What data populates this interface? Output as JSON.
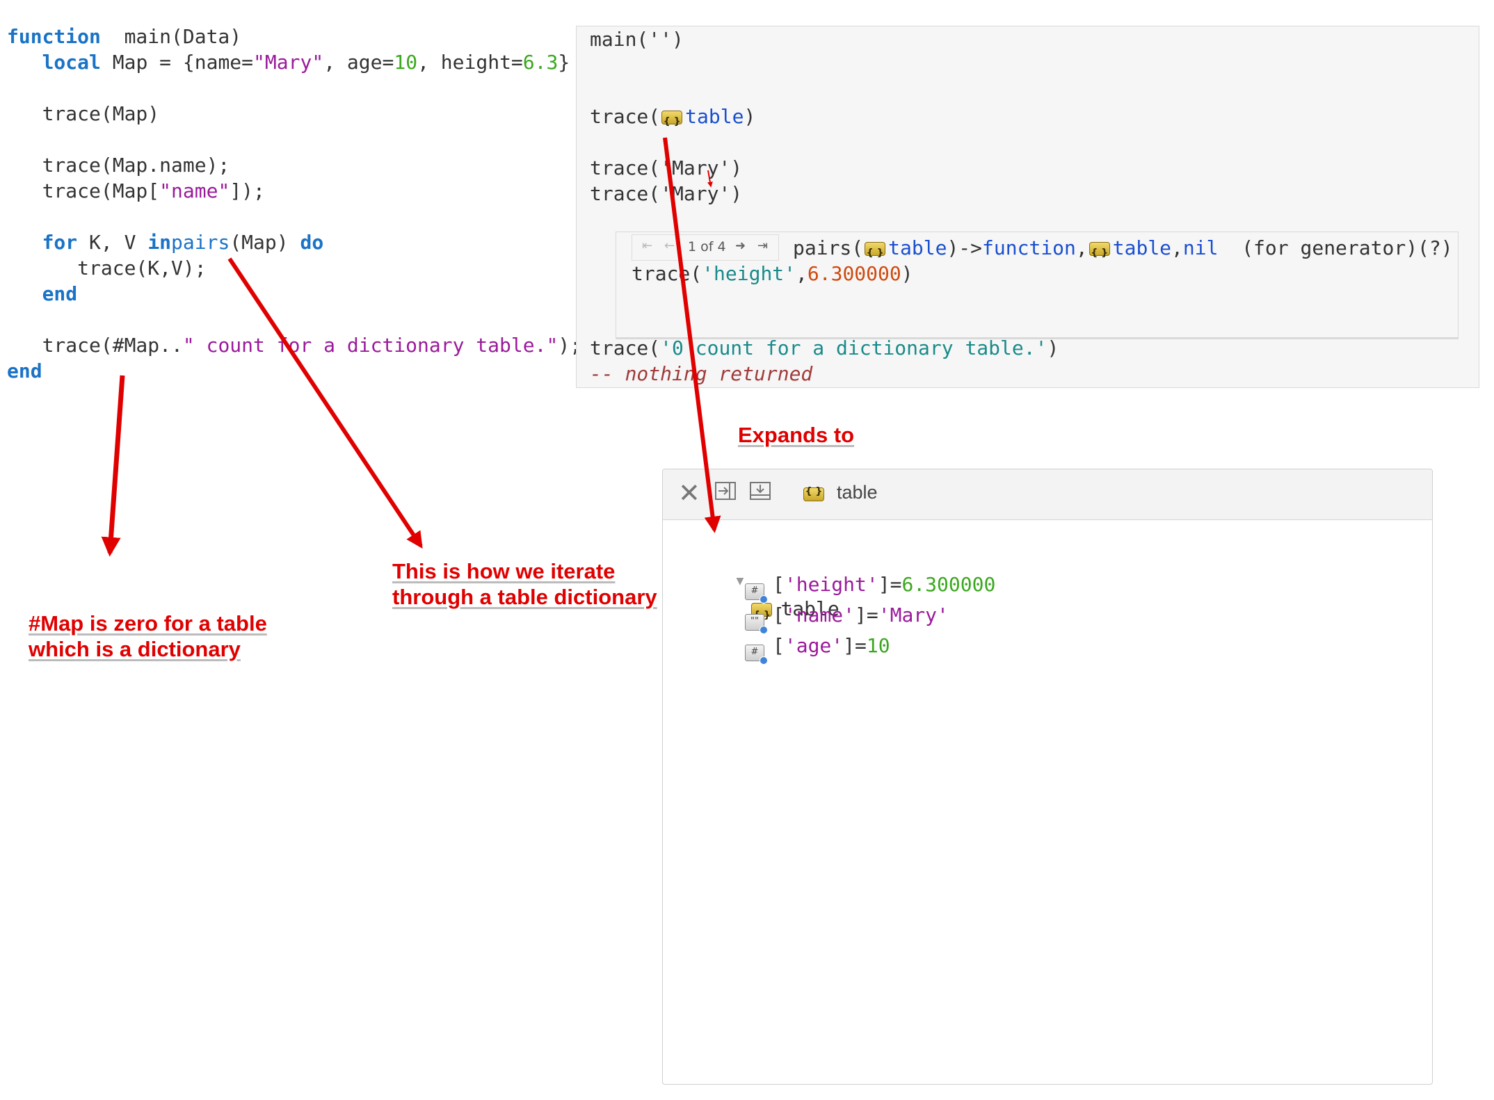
{
  "editor": {
    "lines": [
      {
        "parts": [
          [
            "kw",
            "function"
          ],
          [
            "",
            "  main(Data)"
          ]
        ]
      },
      {
        "parts": [
          [
            "",
            "   "
          ],
          [
            "kw",
            "local"
          ],
          [
            "",
            " Map = {name="
          ],
          [
            "str",
            "\"Mary\""
          ],
          [
            "",
            ", age="
          ],
          [
            "num",
            "10"
          ],
          [
            "",
            ", height="
          ],
          [
            "num",
            "6.3"
          ],
          [
            "",
            "}"
          ]
        ]
      },
      {
        "parts": [
          [
            "",
            ""
          ]
        ]
      },
      {
        "parts": [
          [
            "",
            "   trace(Map)"
          ]
        ]
      },
      {
        "parts": [
          [
            "",
            ""
          ]
        ]
      },
      {
        "parts": [
          [
            "",
            "   trace(Map.name);"
          ]
        ]
      },
      {
        "parts": [
          [
            "",
            "   trace(Map["
          ],
          [
            "str",
            "\"name\""
          ],
          [
            "",
            "]);"
          ]
        ]
      },
      {
        "parts": [
          [
            "",
            ""
          ]
        ]
      },
      {
        "parts": [
          [
            "",
            "   "
          ],
          [
            "kw",
            "for"
          ],
          [
            "",
            " K, V "
          ],
          [
            "kw",
            "in"
          ],
          [
            " ",
            ""
          ],
          [
            "fn",
            "pairs"
          ],
          [
            "",
            "(Map) "
          ],
          [
            "kw",
            "do"
          ]
        ]
      },
      {
        "parts": [
          [
            "",
            "      trace(K,V);"
          ]
        ]
      },
      {
        "parts": [
          [
            "",
            "   "
          ],
          [
            "kw",
            "end"
          ]
        ]
      },
      {
        "parts": [
          [
            "",
            ""
          ]
        ]
      },
      {
        "parts": [
          [
            "",
            "   trace(#Map.."
          ],
          [
            "str",
            "\" count for a dictionary table.\""
          ],
          [
            "",
            ");"
          ]
        ]
      },
      {
        "parts": [
          [
            "kw",
            "end"
          ]
        ]
      }
    ]
  },
  "trace": {
    "main_call": "main('')",
    "trace_table_prefix": "trace(",
    "trace_table_word": "table",
    "trace_table_suffix": ")",
    "trace_name_1": "trace('Mary')",
    "trace_name_2": "trace('Mary')",
    "pager_text": "1 of 4",
    "pairs_prefix": "pairs(",
    "pairs_table": "table",
    "pairs_arrow": ")->",
    "pairs_function": "function",
    "pairs_comma1": ",",
    "pairs_table2": "table",
    "pairs_comma2": ",",
    "pairs_nil": "nil",
    "pairs_suffix": "  (for generator)(?)",
    "iter_trace_prefix": "trace(",
    "iter_trace_key": "'height'",
    "iter_trace_comma": ",",
    "iter_trace_value": "6.300000",
    "iter_trace_suffix": ")",
    "count_trace_prefix": "trace(",
    "count_trace_str": "'0 count for a dictionary table.'",
    "count_trace_suffix": ")",
    "nothing_returned": "-- nothing returned"
  },
  "viewer": {
    "header_title": "table",
    "root_label": "table",
    "rows": [
      {
        "open": "[",
        "key": "'height'",
        "mid": "]=",
        "value": "6.300000",
        "value_type": "num",
        "icon_glyph": "#"
      },
      {
        "open": "[",
        "key": "'name'",
        "mid": "]=",
        "value": "'Mary'",
        "value_type": "str",
        "icon_glyph": "\"\""
      },
      {
        "open": "[",
        "key": "'age'",
        "mid": "]=",
        "value": "10",
        "value_type": "num",
        "icon_glyph": "#"
      }
    ]
  },
  "annotations": {
    "expands_to": "Expands to",
    "iterate_line1": "This is how we iterate",
    "iterate_line2": "through a table dictionary",
    "map_zero_line1": "#Map is zero for a table",
    "map_zero_line2": "which is a dictionary"
  },
  "colors": {
    "annotation": "#e00000",
    "keyword": "#1a73c6",
    "string": "#9b1a9b",
    "number": "#3aa81e",
    "arrow": "#e00000"
  }
}
